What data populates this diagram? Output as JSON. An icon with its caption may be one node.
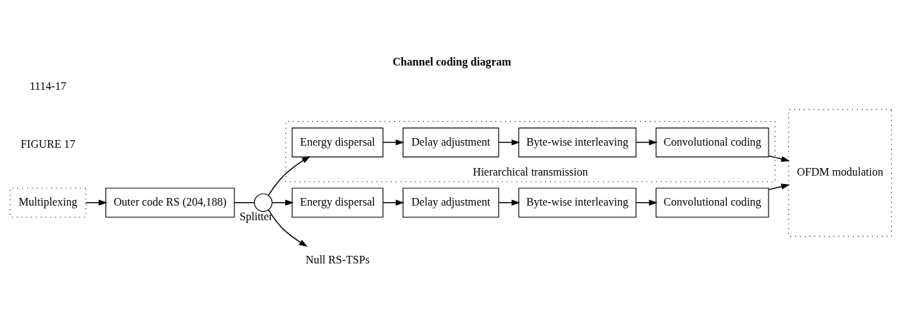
{
  "diagram": {
    "title": "Channel coding diagram",
    "nodes": [
      {
        "text": [
          "Multiplexing"
        ]
      },
      {
        "text": [
          "Outer code RS (204,188)"
        ]
      },
      {
        "text": [],
        "shape": "switch",
        "beside": [
          "Splitter"
        ]
      },
      {
        "text": [
          "Energy dispersal"
        ]
      },
      {
        "text": [
          "Delay adjustment"
        ]
      },
      {
        "text": [
          "Byte-wise interleaving"
        ]
      },
      {
        "text": [
          "Convolutional coding"
        ]
      },
      {
        "text": [
          "OFDM modulation"
        ]
      },
      {
        "text": [
          "Hierarchical transmission"
        ]
      },
      {
        "text": [
          "Energy dispersal"
        ],
        "in": 8
      },
      {
        "text": [
          "Delay adjustment"
        ],
        "in": 8
      },
      {
        "text": [
          "Byte-wise interleaving"
        ],
        "in": 8
      },
      {
        "text": [
          "Convolutional coding"
        ],
        "in": 8
      },
      {
        "text": [
          "Null RS-TSPs"
        ]
      }
    ],
    "edges": [
      {
        "from": 0,
        "to": 1,
        "arrow": "to"
      },
      {
        "from": 1,
        "to": 2,
        "arrow": "none"
      },
      {
        "from": 2,
        "to": 3,
        "arrow": "to"
      },
      {
        "from": 3,
        "to": 4,
        "arrow": "to"
      },
      {
        "from": 4,
        "to": 5,
        "arrow": "to"
      },
      {
        "from": 5,
        "to": 6,
        "arrow": "to"
      },
      {
        "from": 6,
        "to": 7,
        "arrow": "to"
      },
      {
        "from": 2,
        "to": 9,
        "arrow": "to"
      },
      {
        "from": 9,
        "to": 10,
        "arrow": "to"
      },
      {
        "from": 10,
        "to": 11,
        "arrow": "to"
      },
      {
        "from": 11,
        "to": 12,
        "arrow": "to"
      },
      {
        "from": 12,
        "to": 7,
        "arrow": "to"
      },
      {
        "from": 2,
        "to": 13,
        "arrow": "to"
      }
    ],
    "labels": [
      "FIGURE 17",
      "1114-17"
    ]
  }
}
